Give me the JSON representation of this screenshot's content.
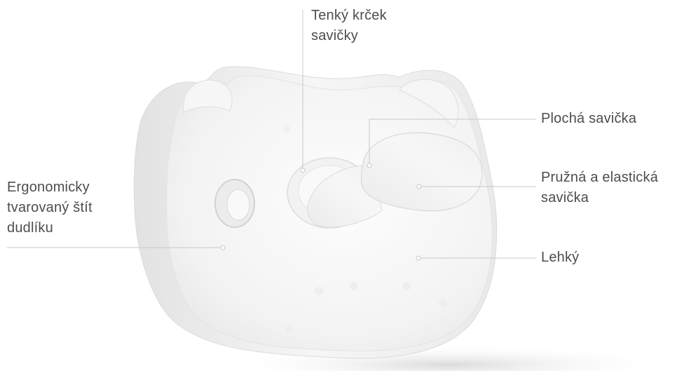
{
  "image": {
    "subject": "pacifier-icon",
    "accent_color": "#f4f4f4",
    "line_color": "#c8c8c8"
  },
  "labels": {
    "neck": {
      "line1": "Tenký krček",
      "line2": "savičky"
    },
    "flat": {
      "line1": "Plochá savička"
    },
    "elastic": {
      "line1": "Pružná a elastická",
      "line2": "savička"
    },
    "light": {
      "line1": "Lehký"
    },
    "shield": {
      "line1": "Ergonomicky",
      "line2": "tvarovaný štít",
      "line3": "dudlíku"
    }
  }
}
